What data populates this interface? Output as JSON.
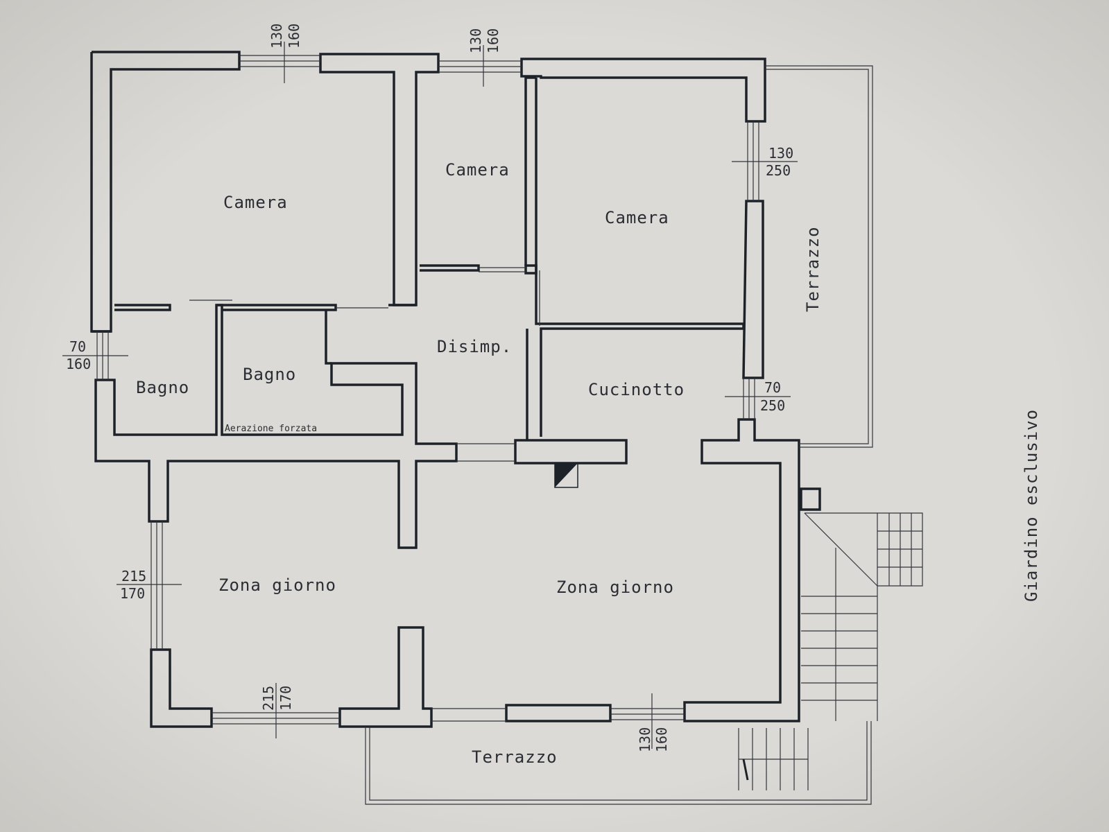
{
  "rooms": {
    "camera_1": "Camera",
    "camera_2": "Camera",
    "camera_3": "Camera",
    "disimp": "Disimp.",
    "bagno_1": "Bagno",
    "bagno_2": "Bagno",
    "cucinotto": "Cucinotto",
    "zona_giorno_1": "Zona giorno",
    "zona_giorno_2": "Zona giorno",
    "terrazzo_right": "Terrazzo",
    "terrazzo_bottom": "Terrazzo",
    "vent_note": "Aerazione forzata"
  },
  "outside": {
    "garden": "Giardino esclusivo"
  },
  "dimensions": {
    "win_top_1": [
      "130",
      "160"
    ],
    "win_top_2": [
      "130",
      "160"
    ],
    "win_right_1": [
      "130",
      "250"
    ],
    "win_right_2": [
      "70",
      "250"
    ],
    "win_left_1": [
      "70",
      "160"
    ],
    "win_left_2": [
      "215",
      "170"
    ],
    "win_bottom_1": [
      "215",
      "170"
    ],
    "win_bottom_2": [
      "130",
      "160"
    ]
  }
}
